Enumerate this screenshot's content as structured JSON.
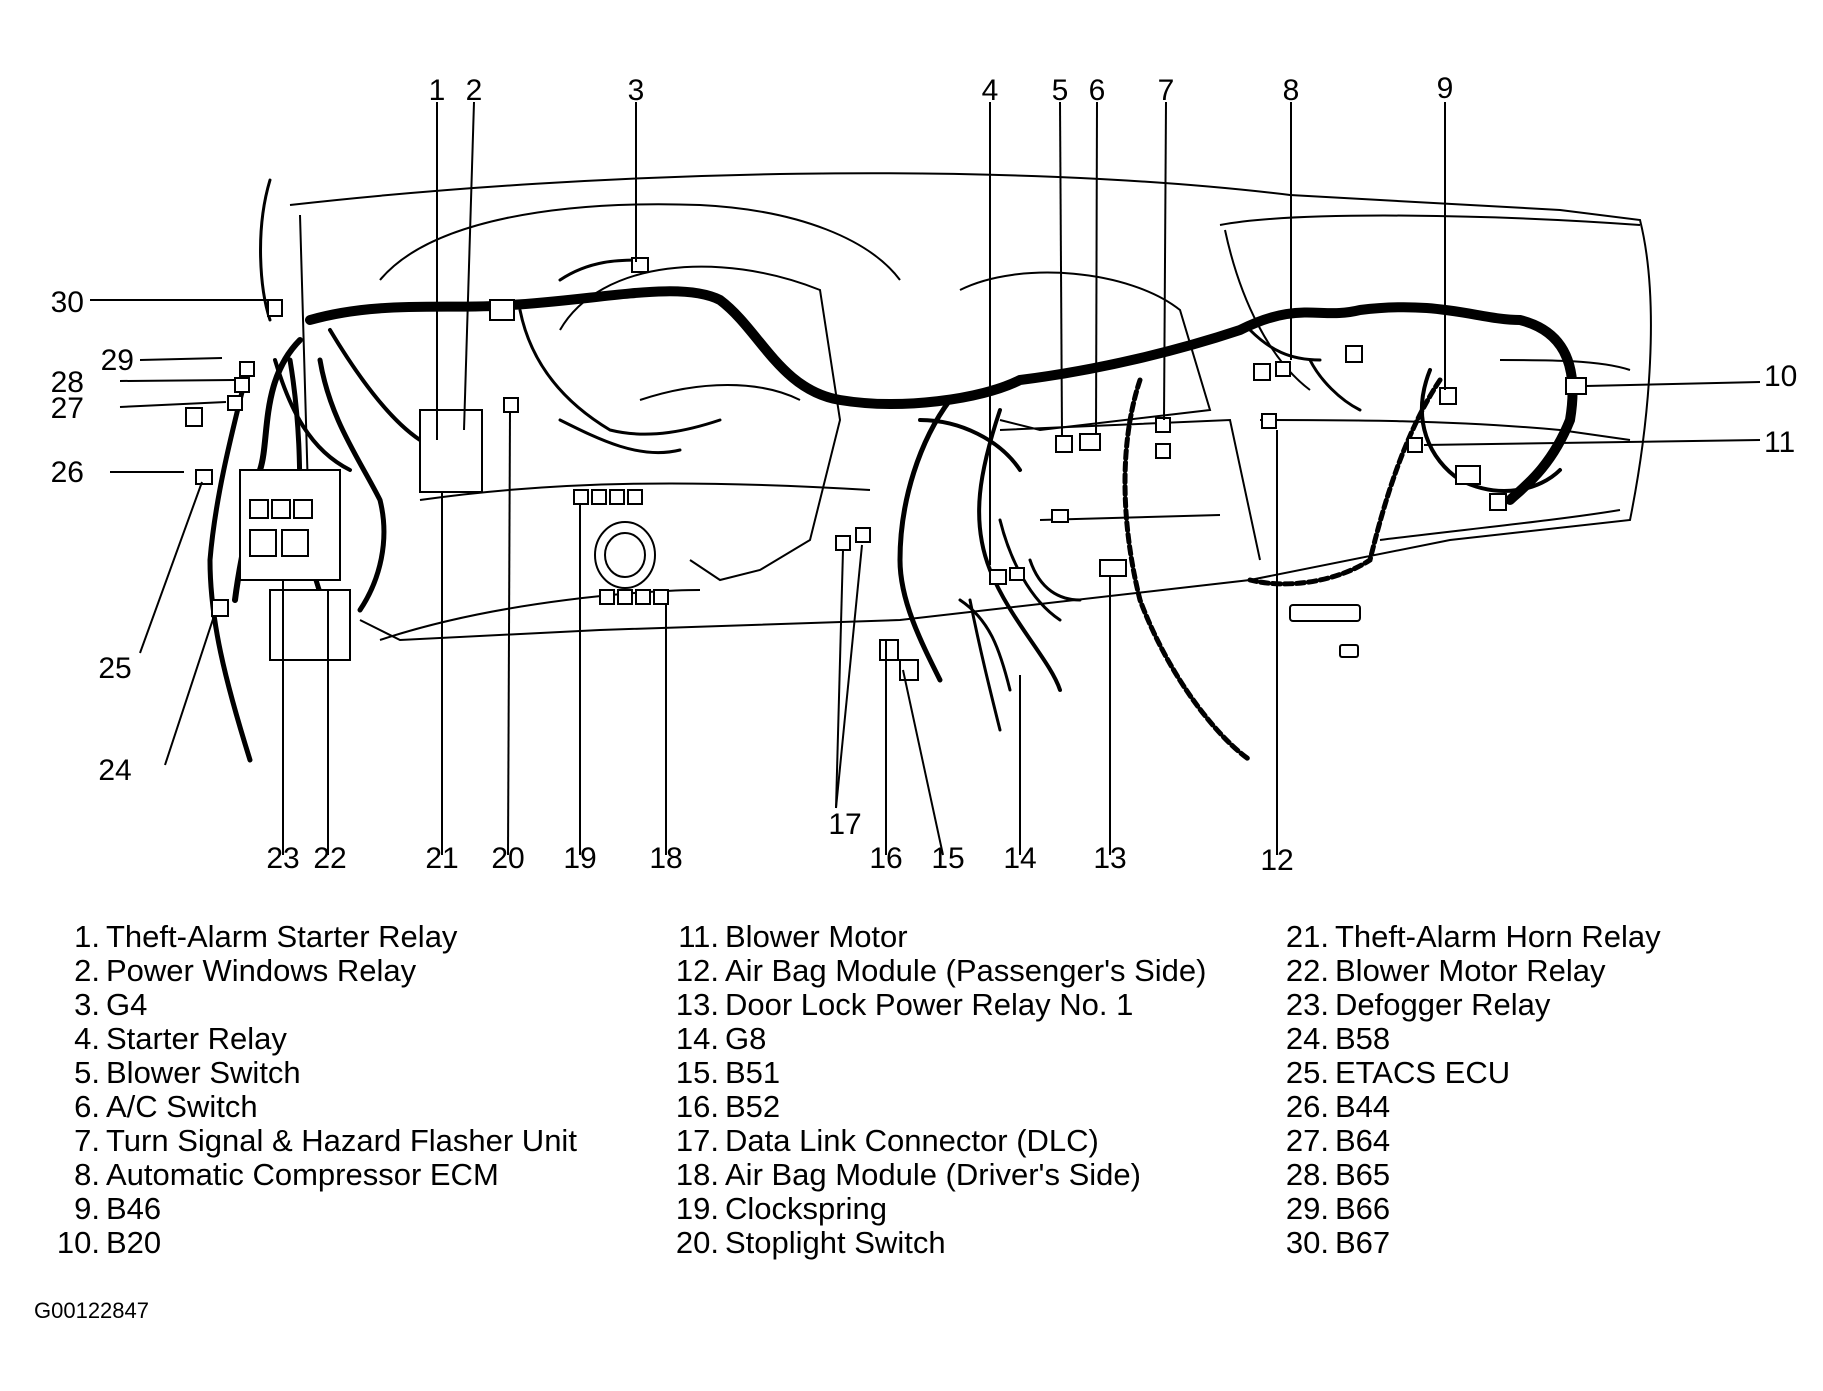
{
  "callouts": [
    {
      "id": "1",
      "label": "1"
    },
    {
      "id": "2",
      "label": "2"
    },
    {
      "id": "3",
      "label": "3"
    },
    {
      "id": "4",
      "label": "4"
    },
    {
      "id": "5",
      "label": "5"
    },
    {
      "id": "6",
      "label": "6"
    },
    {
      "id": "7",
      "label": "7"
    },
    {
      "id": "8",
      "label": "8"
    },
    {
      "id": "9",
      "label": "9"
    },
    {
      "id": "10",
      "label": "10"
    },
    {
      "id": "11",
      "label": "11"
    },
    {
      "id": "12",
      "label": "12"
    },
    {
      "id": "13",
      "label": "13"
    },
    {
      "id": "14",
      "label": "14"
    },
    {
      "id": "15",
      "label": "15"
    },
    {
      "id": "16",
      "label": "16"
    },
    {
      "id": "17",
      "label": "17"
    },
    {
      "id": "18",
      "label": "18"
    },
    {
      "id": "19",
      "label": "19"
    },
    {
      "id": "20",
      "label": "20"
    },
    {
      "id": "21",
      "label": "21"
    },
    {
      "id": "22",
      "label": "22"
    },
    {
      "id": "23",
      "label": "23"
    },
    {
      "id": "24",
      "label": "24"
    },
    {
      "id": "25",
      "label": "25"
    },
    {
      "id": "26",
      "label": "26"
    },
    {
      "id": "27",
      "label": "27"
    },
    {
      "id": "28",
      "label": "28"
    },
    {
      "id": "29",
      "label": "29"
    },
    {
      "id": "30",
      "label": "30"
    }
  ],
  "legend": {
    "col1": [
      {
        "num": "1.",
        "text": "Theft-Alarm Starter Relay"
      },
      {
        "num": "2.",
        "text": "Power Windows Relay"
      },
      {
        "num": "3.",
        "text": "G4"
      },
      {
        "num": "4.",
        "text": "Starter Relay"
      },
      {
        "num": "5.",
        "text": "Blower Switch"
      },
      {
        "num": "6.",
        "text": "A/C Switch"
      },
      {
        "num": "7.",
        "text": "Turn Signal & Hazard Flasher Unit"
      },
      {
        "num": "8.",
        "text": "Automatic Compressor ECM"
      },
      {
        "num": "9.",
        "text": "B46"
      },
      {
        "num": "10.",
        "text": "B20"
      }
    ],
    "col2": [
      {
        "num": "11.",
        "text": "Blower Motor"
      },
      {
        "num": "12.",
        "text": "Air Bag Module (Passenger's Side)"
      },
      {
        "num": "13.",
        "text": "Door Lock Power Relay No. 1"
      },
      {
        "num": "14.",
        "text": "G8"
      },
      {
        "num": "15.",
        "text": "B51"
      },
      {
        "num": "16.",
        "text": "B52"
      },
      {
        "num": "17.",
        "text": "Data Link Connector (DLC)"
      },
      {
        "num": "18.",
        "text": "Air Bag Module (Driver's Side)"
      },
      {
        "num": "19.",
        "text": "Clockspring"
      },
      {
        "num": "20.",
        "text": "Stoplight Switch"
      }
    ],
    "col3": [
      {
        "num": "21.",
        "text": "Theft-Alarm Horn Relay"
      },
      {
        "num": "22.",
        "text": "Blower Motor Relay"
      },
      {
        "num": "23.",
        "text": "Defogger Relay"
      },
      {
        "num": "24.",
        "text": "B58"
      },
      {
        "num": "25.",
        "text": "ETACS ECU"
      },
      {
        "num": "26.",
        "text": "B44"
      },
      {
        "num": "27.",
        "text": "B64"
      },
      {
        "num": "28.",
        "text": "B65"
      },
      {
        "num": "29.",
        "text": "B66"
      },
      {
        "num": "30.",
        "text": "B67"
      }
    ]
  },
  "figure_code": "G00122847"
}
